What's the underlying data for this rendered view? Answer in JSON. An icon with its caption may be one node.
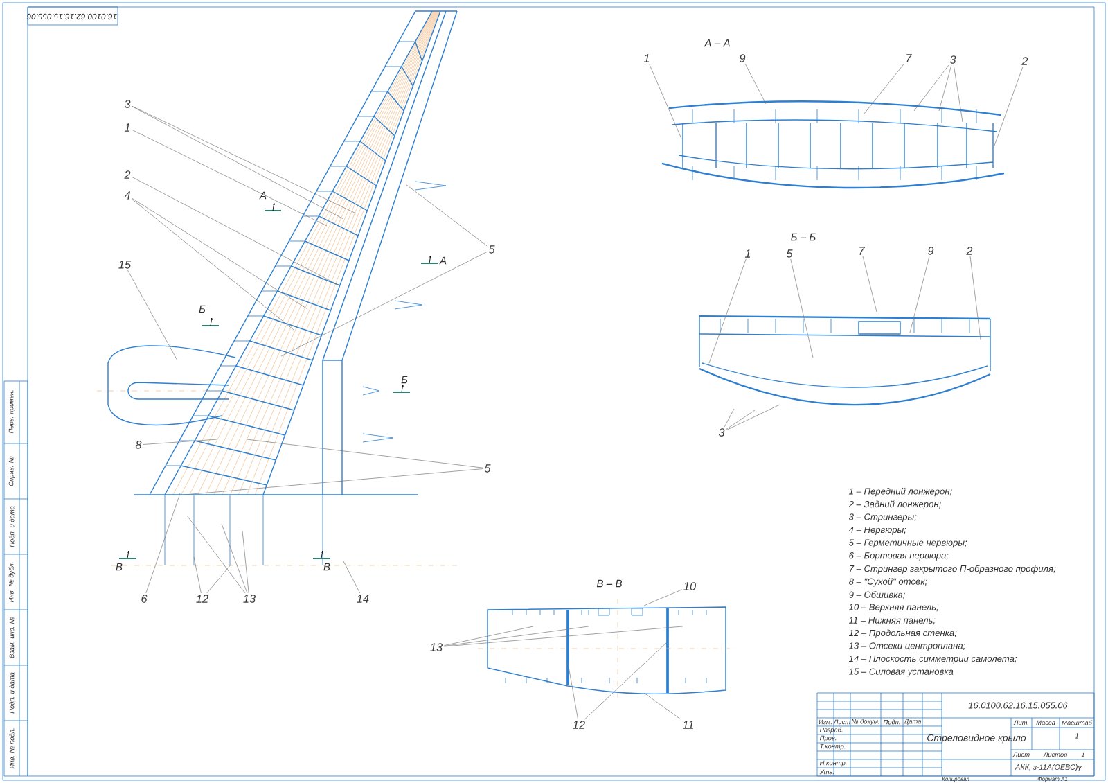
{
  "diagram": {
    "nodes": [
      {
        "text": [
          "3"
        ]
      },
      {
        "text": [
          "1"
        ]
      },
      {
        "text": [
          "2"
        ]
      },
      {
        "text": [
          "4"
        ]
      },
      {
        "text": [
          "15"
        ]
      },
      {
        "text": [
          "5"
        ]
      },
      {
        "text": [
          "8"
        ]
      },
      {
        "text": [
          "5"
        ]
      },
      {
        "text": [
          "6"
        ]
      },
      {
        "text": [
          "12"
        ]
      },
      {
        "text": [
          "13"
        ]
      },
      {
        "text": [
          "14"
        ]
      },
      {
        "text": [
          "1"
        ]
      },
      {
        "text": [
          "9"
        ]
      },
      {
        "text": [
          "7"
        ]
      },
      {
        "text": [
          "3"
        ]
      },
      {
        "text": [
          "2"
        ]
      },
      {
        "text": [
          "1"
        ]
      },
      {
        "text": [
          "5"
        ]
      },
      {
        "text": [
          "7"
        ]
      },
      {
        "text": [
          "9"
        ]
      },
      {
        "text": [
          "2"
        ]
      },
      {
        "text": [
          "3"
        ]
      },
      {
        "text": [
          "10"
        ]
      },
      {
        "text": [
          "13"
        ]
      },
      {
        "text": [
          "12"
        ]
      },
      {
        "text": [
          "11"
        ]
      },
      {
        "text": [],
        "shape": "picture"
      },
      {
        "text": [],
        "shape": "picture"
      },
      {
        "text": [],
        "shape": "picture"
      }
    ],
    "edges": [
      {
        "from": 0,
        "to": null,
        "arrow": "none"
      },
      {
        "from": 0,
        "to": null,
        "arrow": "none"
      },
      {
        "from": 1,
        "to": null,
        "arrow": "none"
      },
      {
        "from": 2,
        "to": null,
        "arrow": "none"
      },
      {
        "from": 3,
        "to": null,
        "arrow": "none"
      },
      {
        "from": 3,
        "to": null,
        "arrow": "none"
      },
      {
        "from": 4,
        "to": null,
        "arrow": "none"
      },
      {
        "from": 5,
        "to": null,
        "arrow": "none"
      },
      {
        "from": 5,
        "to": null,
        "arrow": "none"
      },
      {
        "from": 6,
        "to": null,
        "arrow": "none"
      },
      {
        "from": 7,
        "to": null,
        "arrow": "none"
      },
      {
        "from": 7,
        "to": null,
        "arrow": "none"
      },
      {
        "from": 8,
        "to": null,
        "arrow": "none"
      },
      {
        "from": 9,
        "to": null,
        "arrow": "none"
      },
      {
        "from": 9,
        "to": null,
        "arrow": "none"
      },
      {
        "from": 10,
        "to": null,
        "arrow": "none"
      },
      {
        "from": 10,
        "to": null,
        "arrow": "none"
      },
      {
        "from": 10,
        "to": null,
        "arrow": "none"
      },
      {
        "from": 11,
        "to": null,
        "arrow": "none"
      },
      {
        "from": 12,
        "to": 27,
        "arrow": "none"
      },
      {
        "from": 13,
        "to": 27,
        "arrow": "none"
      },
      {
        "from": 14,
        "to": 27,
        "arrow": "none"
      },
      {
        "from": 15,
        "to": 27,
        "arrow": "none"
      },
      {
        "from": 15,
        "to": 27,
        "arrow": "none"
      },
      {
        "from": 15,
        "to": 27,
        "arrow": "none"
      },
      {
        "from": 16,
        "to": 27,
        "arrow": "none"
      },
      {
        "from": 17,
        "to": 28,
        "arrow": "none"
      },
      {
        "from": 18,
        "to": 28,
        "arrow": "none"
      },
      {
        "from": 19,
        "to": 28,
        "arrow": "none"
      },
      {
        "from": 20,
        "to": 28,
        "arrow": "none"
      },
      {
        "from": 21,
        "to": 28,
        "arrow": "none"
      },
      {
        "from": 22,
        "to": 28,
        "arrow": "none"
      },
      {
        "from": 22,
        "to": 28,
        "arrow": "none"
      },
      {
        "from": 22,
        "to": 28,
        "arrow": "none"
      },
      {
        "from": 23,
        "to": 29,
        "arrow": "none"
      },
      {
        "from": 24,
        "to": 29,
        "arrow": "none"
      },
      {
        "from": 24,
        "to": 29,
        "arrow": "none"
      },
      {
        "from": 24,
        "to": 29,
        "arrow": "none"
      },
      {
        "from": 25,
        "to": 29,
        "arrow": "none"
      },
      {
        "from": 25,
        "to": 29,
        "arrow": "none"
      },
      {
        "from": 26,
        "to": 29,
        "arrow": "none"
      }
    ],
    "labels": [
      "16.0100.62.16.15.055.06",
      "А – А",
      "А",
      "А",
      "Б – Б",
      "Б",
      "Б",
      "В",
      "В",
      "В – В",
      "1 – Передний лонжерон;",
      "2 – Задний лонжерон;",
      "3 – Стрингеры;",
      "4 – Нервюры;",
      "5 – Герметичные нервюры;",
      "6 – Бортовая нервюра;",
      "7 – Стрингер закрытого П-образного профиля;",
      "8 – \"Сухой\" отсек;",
      "9 – Обшивка;",
      "10 – Верхняя панель;",
      "11 – Нижняя панель;",
      "12 – Продольная стенка;",
      "13 – Отсеки центроплана;",
      "14 – Плоскость симметрии самолета;",
      "15 – Силовая установка",
      "Перв. примен.",
      "Справ. №",
      "Подп. и дата",
      "Инв. № дубл.",
      "Взам. инв. №",
      "Подп. и дата",
      "Инв. № подл.",
      "16.0100.62.16.15.055.06",
      "Изм.",
      "Лист",
      "№ докум.",
      "Подп.",
      "Дата",
      "Разраб.",
      "Пров.",
      "Т.контр.",
      "Н.контр.",
      "Утв.",
      "Стреловидное крыло",
      "Лит.",
      "Масса",
      "Масштаб",
      "1",
      "Лист",
      "Листов",
      "1",
      "АКК, з-11А(ОЕВС)у",
      "Копировал",
      "Формат А1"
    ]
  }
}
